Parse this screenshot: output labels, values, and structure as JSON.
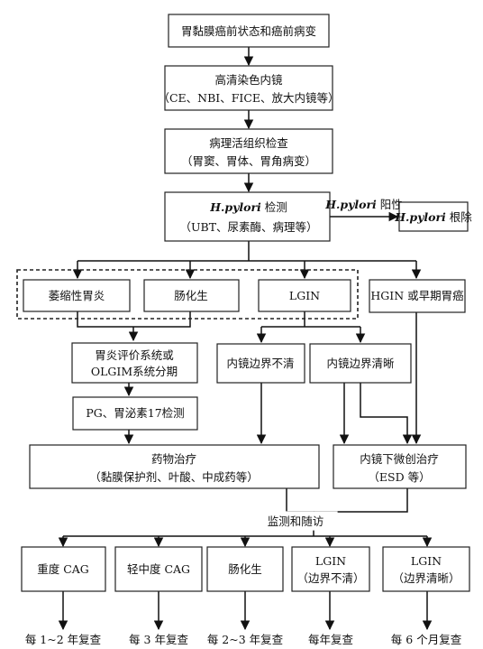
{
  "nodes": {
    "n1": {
      "line1": "胃黏膜癌前状态和癌前病变"
    },
    "n2": {
      "line1": "高清染色内镜",
      "line2": "（CE、NBI、FICE、放大内镜等）"
    },
    "n3": {
      "line1": "病理活组织检查",
      "line2": "（胃窦、胃体、胃角病变）"
    },
    "n4": {
      "hp": "H.pylori",
      "line1_rest": " 检测",
      "line2": "（UBT、尿素酶、病理等）"
    },
    "n5": {
      "hp": "H.pylori",
      "rest": " 根除"
    },
    "n6": {
      "line1": "萎缩性胃炎"
    },
    "n7": {
      "line1": "肠化生"
    },
    "n8": {
      "line1": "LGIN"
    },
    "n9": {
      "line1": "HGIN 或早期胃癌"
    },
    "n10": {
      "line1": "胃炎评价系统或",
      "line2": "OLGIM系统分期"
    },
    "n11": {
      "line1": "内镜边界不清"
    },
    "n12": {
      "line1": "内镜边界清晰"
    },
    "n13": {
      "line1": "PG、胃泌素17检测"
    },
    "n14": {
      "line1": "药物治疗",
      "line2": "（黏膜保护剂、叶酸、中成药等）"
    },
    "n15": {
      "line1": "内镜下微创治疗",
      "line2": "（ESD 等）"
    },
    "n16": {
      "line1": "监测和随访"
    },
    "n17": {
      "line1": "重度 CAG"
    },
    "n18": {
      "line1": "轻中度 CAG"
    },
    "n19": {
      "line1": "肠化生"
    },
    "n20": {
      "line1": "LGIN",
      "line2": "（边界不清）"
    },
    "n21": {
      "line1": "LGIN",
      "line2": "（边界清晰）"
    },
    "n22": {
      "line1": "每 1~2 年复查"
    },
    "n23": {
      "line1": "每 3 年复查"
    },
    "n24": {
      "line1": "每 2~3 年复查"
    },
    "n25": {
      "line1": "每年复查"
    },
    "n26": {
      "line1": "每 6 个月复查"
    }
  },
  "edge_labels": {
    "hp_positive": {
      "hp": "H.pylori",
      "rest": " 阳性"
    }
  }
}
